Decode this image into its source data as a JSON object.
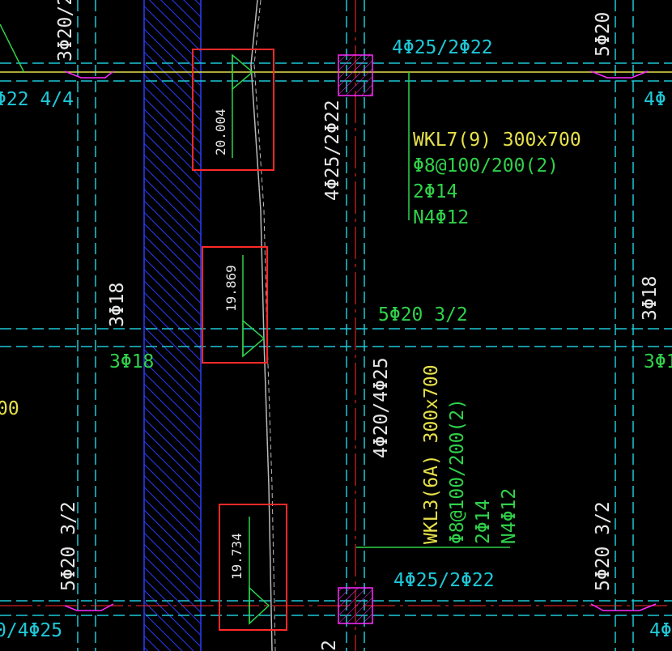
{
  "colors": {
    "background": "#000000",
    "cyan": "#1ec8d8",
    "green": "#2fd24a",
    "yellow": "#e6e04a",
    "white": "#e8e8e8",
    "red": "#ff2a2a",
    "blue": "#2a3cff",
    "magenta": "#ff2aff",
    "grey": "#b8b8b8"
  },
  "labels": {
    "top_left_vert": "3Φ20/2",
    "top_mid": "4Φ25/2Φ22",
    "top_right_vert": "5Φ20",
    "left_row2": "Φ22 4/4",
    "right_row2": "4Φ",
    "mid_vert": "4Φ25/2Φ22",
    "left_col_vert": "3Φ18",
    "right_col_vert": "3Φ18",
    "center_mid": "5Φ20 3/2",
    "left_mid": "3Φ18",
    "right_mid": "3Φ1",
    "left_edge_00": "00",
    "center_vert2": "4Φ20/4Φ25",
    "bottom_left_vert": "5Φ20 3/2",
    "bottom_right_vert": "5Φ20 3/2",
    "bottom_mid": "4Φ25/2Φ22",
    "bottom_left": "0/4Φ25",
    "bottom_right": "4Φ",
    "bottom_small": "2"
  },
  "beam_wkl7": {
    "name": "WKL7(9) 300x700",
    "stirrup": "Φ8@100/200(2)",
    "top_bars": "2Φ14",
    "side_bars": "N4Φ12"
  },
  "beam_wkl3": {
    "name": "WKL3(6A) 300x700",
    "stirrup": "Φ8@100/200(2)",
    "top_bars": "2Φ14",
    "side_bars": "N4Φ12"
  },
  "elevations": {
    "e1": "20.004",
    "e2": "19.869",
    "e3": "19.734"
  }
}
